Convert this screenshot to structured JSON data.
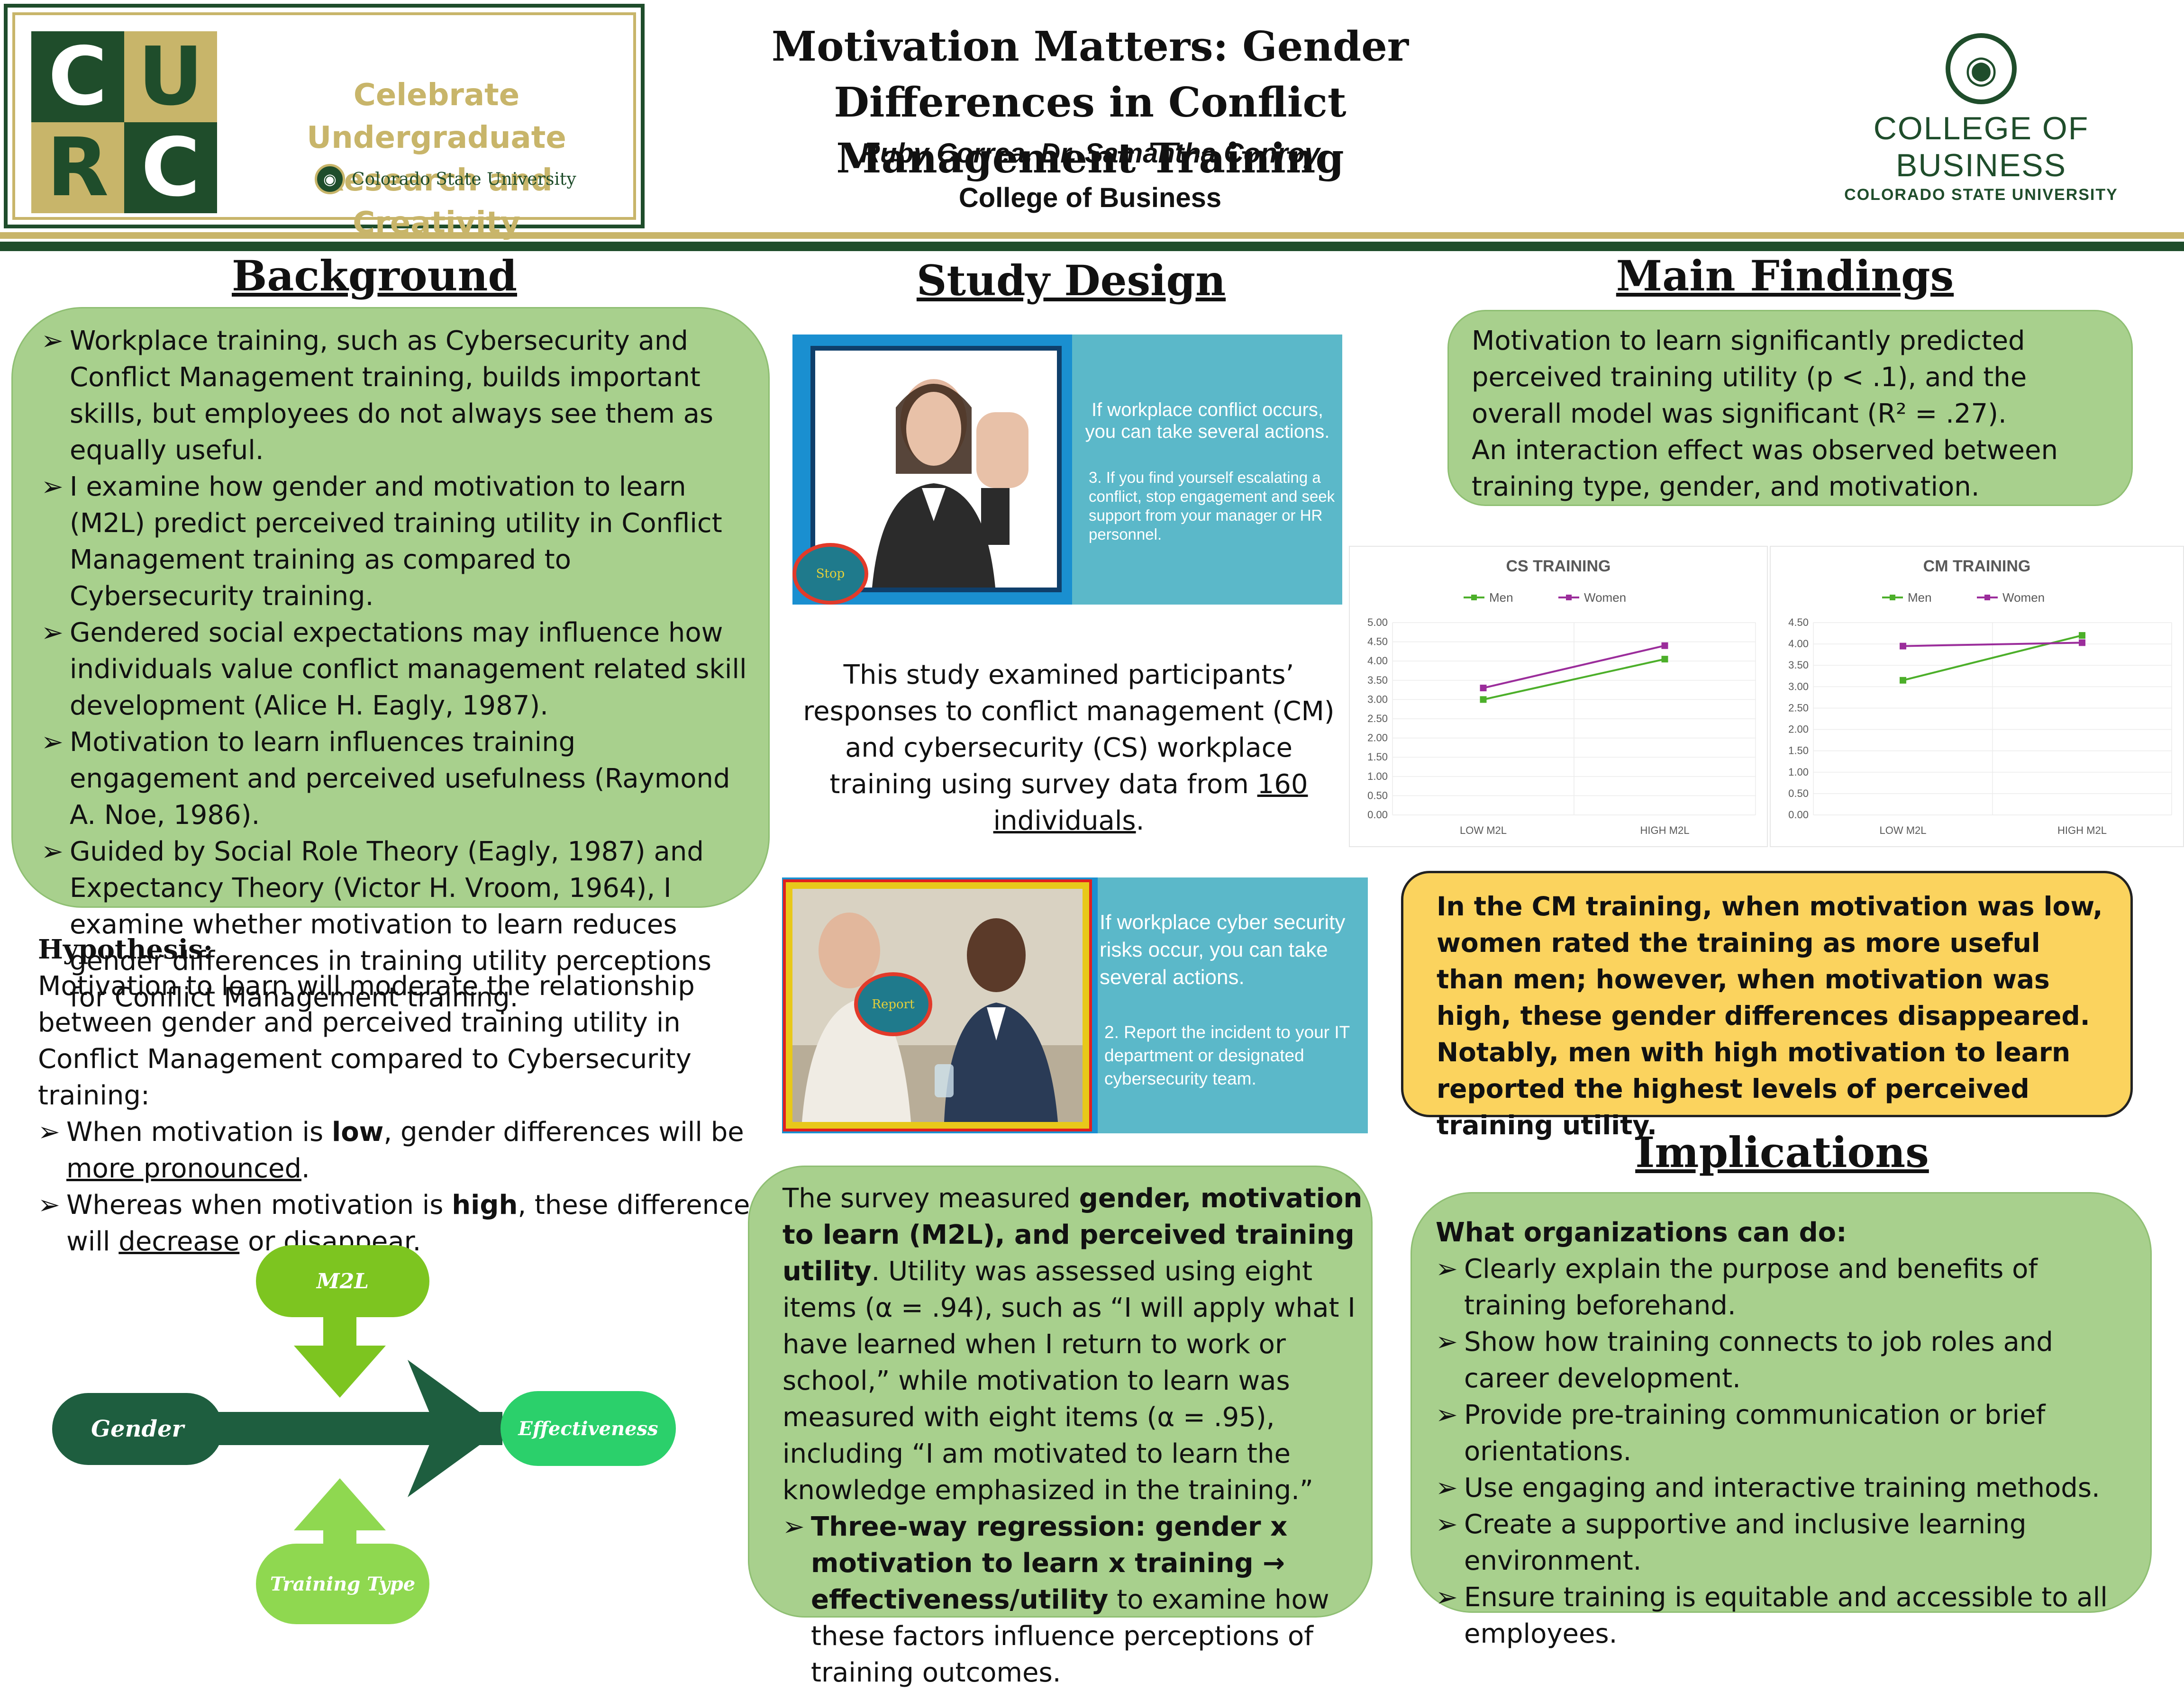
{
  "header": {
    "curc_letters": [
      "C",
      "U",
      "R",
      "C"
    ],
    "curc_wordmark": [
      "Celebrate Undergraduate",
      "Research and Creativity"
    ],
    "csu_mini_label": "Colorado State University",
    "title_line1": "Motivation Matters: Gender Differences in Conflict",
    "title_line2": "Management Training",
    "authors": "Ruby Correa, Dr. Samantha Conroy",
    "affiliation": "College of Business",
    "cob_name": "COLLEGE OF BUSINESS",
    "cob_sub": "COLORADO STATE UNIVERSITY"
  },
  "background": {
    "title": "Background",
    "items": [
      "Workplace training, such as Cybersecurity and Conflict Management training, builds important skills, but employees do not always see them as equally useful.",
      "I examine how gender and motivation to learn (M2L) predict perceived training utility in Conflict Management training as compared to Cybersecurity training.",
      "Gendered social expectations may influence how individuals value conflict management related skill development (Alice H. Eagly, 1987).",
      "Motivation to learn influences training engagement and perceived usefulness (Raymond A. Noe, 1986).",
      "Guided by Social Role Theory (Eagly, 1987) and Expectancy Theory (Victor H. Vroom, 1964), I examine whether motivation to learn reduces gender differences in training utility perceptions for Conflict Management training."
    ]
  },
  "hypothesis": {
    "heading": "Hypothesis:",
    "text": "Motivation to learn will moderate the relationship between gender and perceived training utility in Conflict Management compared to Cybersecurity training:",
    "b1_pre": "When motivation is ",
    "b1_bold": "low",
    "b1_mid": ", gender differences will be ",
    "b1_u": "more pronounced",
    "b1_end": ".",
    "b2_pre": "Whereas when motivation is ",
    "b2_bold": "high",
    "b2_mid": ", these differences will ",
    "b2_u1": "decrease",
    "b2_or": " or ",
    "b2_u2": "disappear",
    "b2_end": "."
  },
  "diagram": {
    "m2l": "M2L",
    "gender": "Gender",
    "effectiveness": "Effectiveness",
    "training_type": "Training Type",
    "colors": {
      "m2l": "#7dc520",
      "gender": "#1e5e3f",
      "effectiveness": "#2bd06b",
      "training_type": "#8fd850",
      "arrow_dark": "#1e5e3f"
    }
  },
  "study_design": {
    "title": "Study Design",
    "scene1_caption": "If workplace conflict occurs, you can take several actions.",
    "scene1_item": "3.   If you find yourself escalating a conflict, stop engagement and seek support from your manager or HR personnel.",
    "scene1_badge": "Stop",
    "intro_pre": "This study examined participants’ responses to conflict management (CM) and cybersecurity (CS) workplace training using survey data from ",
    "intro_num": "160",
    "intro_space": " ",
    "intro_word": "individuals",
    "intro_end": ".",
    "scene2_caption": "If workplace cyber security risks occur, you can take several actions.",
    "scene2_item": "2.   Report the incident to your IT department or designated cybersecurity team.",
    "scene2_badge": "Report",
    "survey_pre": "The survey measured ",
    "survey_bold": "gender, motivation to learn (M2L), and perceived training utility",
    "survey_post": ". Utility was assessed using eight items (α = .94), such as “I will apply what I have learned when I return to work or school,” while motivation to learn was measured with eight items (α = .95), including “I am motivated to learn the knowledge emphasized in the training.”",
    "regression_bold": "Three-way regression: gender x motivation to learn x training → effectiveness/utility",
    "regression_post": " to examine how these factors influence perceptions of training outcomes."
  },
  "main_findings": {
    "title": "Main Findings",
    "text1": "Motivation to learn significantly predicted perceived training utility (p < .1), and the overall model was significant (R² = .27).",
    "text2": "An interaction effect was observed between training type, gender, and motivation.",
    "highlight": "In the CM training, when motivation was low, women rated the training as more useful than men; however, when motivation was high, these gender differences disappeared. Notably, men with high motivation to learn reported the highest levels of perceived training utility."
  },
  "chart_data": [
    {
      "type": "line",
      "title": "CS TRAINING",
      "categories": [
        "LOW M2L",
        "HIGH M2L"
      ],
      "series": [
        {
          "name": "Men",
          "values": [
            3.0,
            4.05
          ],
          "color": "#4caf2a"
        },
        {
          "name": "Women",
          "values": [
            3.3,
            4.4
          ],
          "color": "#9b2d9b"
        }
      ],
      "yticks": [
        "0.00",
        "0.50",
        "1.00",
        "1.50",
        "2.00",
        "2.50",
        "3.00",
        "3.50",
        "4.00",
        "4.50",
        "5.00"
      ],
      "ylim": [
        0,
        5
      ],
      "legend": "top",
      "grid": true
    },
    {
      "type": "line",
      "title": "CM TRAINING",
      "categories": [
        "LOW M2L",
        "HIGH M2L"
      ],
      "series": [
        {
          "name": "Men",
          "values": [
            3.15,
            4.2
          ],
          "color": "#4caf2a"
        },
        {
          "name": "Women",
          "values": [
            3.95,
            4.03
          ],
          "color": "#9b2d9b"
        }
      ],
      "yticks": [
        "0.00",
        "0.50",
        "1.00",
        "1.50",
        "2.00",
        "2.50",
        "3.00",
        "3.50",
        "4.00",
        "4.50"
      ],
      "ylim": [
        0,
        4.5
      ],
      "legend": "top",
      "grid": true
    }
  ],
  "implications": {
    "title": "Implications",
    "heading": "What organizations can do:",
    "items": [
      "Clearly explain the purpose and benefits of training beforehand.",
      "Show how training connects to job roles and career development.",
      "Provide pre-training communication or brief orientations.",
      "Use engaging and interactive training methods.",
      "Create a supportive and inclusive learning environment.",
      "Ensure training is equitable and accessible to all employees."
    ]
  }
}
